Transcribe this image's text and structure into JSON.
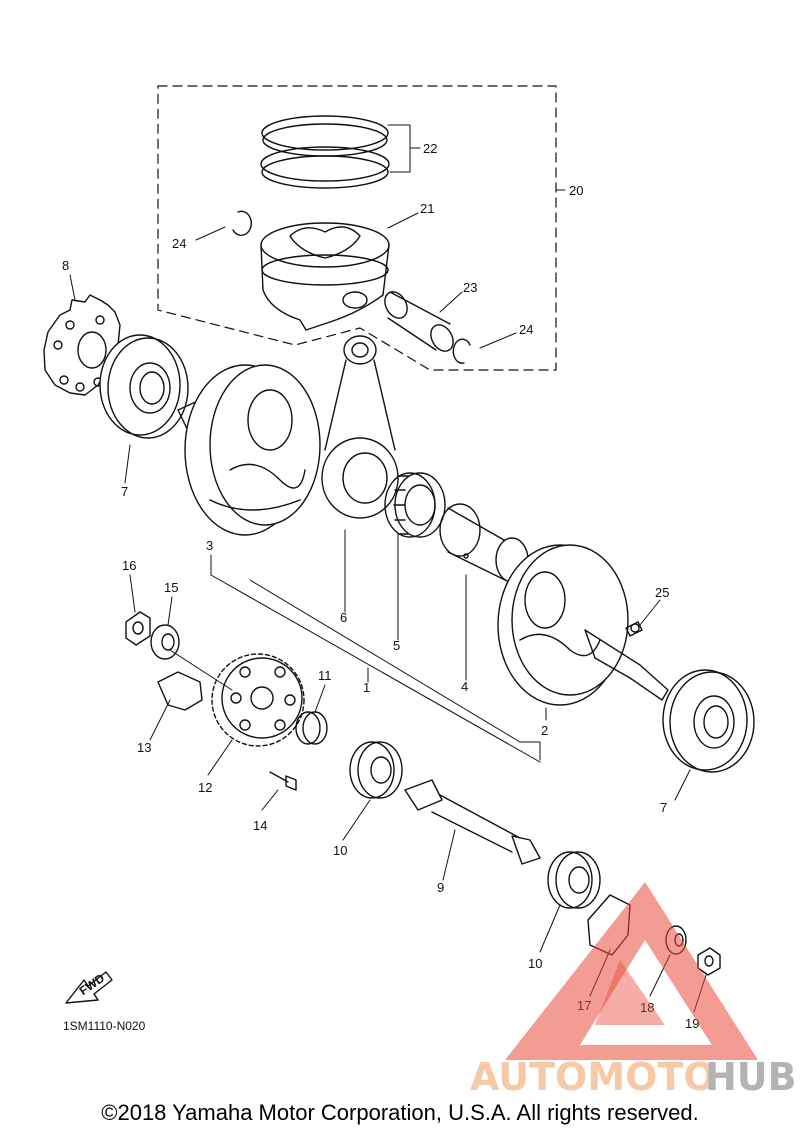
{
  "diagram": {
    "callouts": [
      {
        "id": "22",
        "label": "22"
      },
      {
        "id": "20",
        "label": "20"
      },
      {
        "id": "21",
        "label": "21"
      },
      {
        "id": "24a",
        "label": "24"
      },
      {
        "id": "23",
        "label": "23"
      },
      {
        "id": "24b",
        "label": "24"
      },
      {
        "id": "8",
        "label": "8"
      },
      {
        "id": "7a",
        "label": "7"
      },
      {
        "id": "3",
        "label": "3"
      },
      {
        "id": "6",
        "label": "6"
      },
      {
        "id": "5",
        "label": "5"
      },
      {
        "id": "4",
        "label": "4"
      },
      {
        "id": "1",
        "label": "1"
      },
      {
        "id": "2",
        "label": "2"
      },
      {
        "id": "25",
        "label": "25"
      },
      {
        "id": "7b",
        "label": "7"
      },
      {
        "id": "16",
        "label": "16"
      },
      {
        "id": "15",
        "label": "15"
      },
      {
        "id": "11",
        "label": "11"
      },
      {
        "id": "13",
        "label": "13"
      },
      {
        "id": "12",
        "label": "12"
      },
      {
        "id": "14",
        "label": "14"
      },
      {
        "id": "10a",
        "label": "10"
      },
      {
        "id": "9",
        "label": "9"
      },
      {
        "id": "10b",
        "label": "10"
      },
      {
        "id": "17",
        "label": "17"
      },
      {
        "id": "18",
        "label": "18"
      },
      {
        "id": "19",
        "label": "19"
      }
    ],
    "fwd_label": "FWD",
    "drawing_code": "1SM1110-N020",
    "copyright": "©2018 Yamaha Motor Corporation, U.S.A. All rights reserved."
  },
  "watermark": {
    "part1": "AUTOMOTO",
    "part2": "HUB",
    "color_primary": "#e84b3c",
    "color_secondary": "#9a9a9a"
  }
}
